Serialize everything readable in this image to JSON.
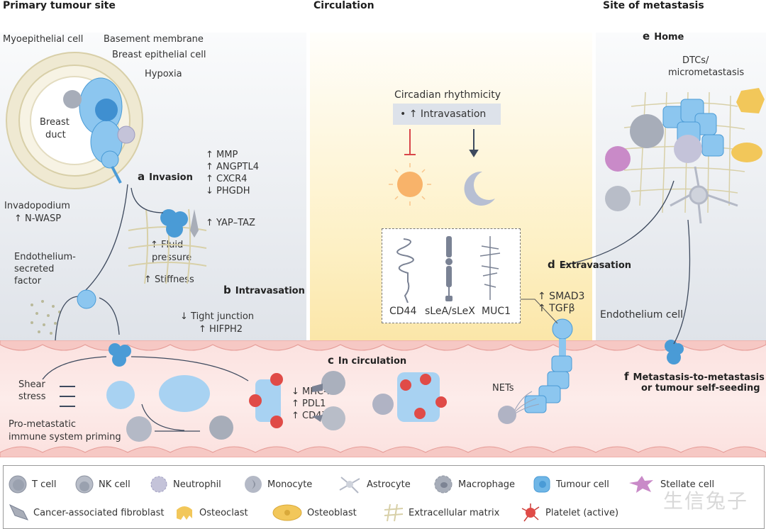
{
  "headers": {
    "primary": "Primary tumour site",
    "circulation": "Circulation",
    "metastasis": "Site of metastasis"
  },
  "primary_site": {
    "labels": {
      "myoepithelial": "Myoepithelial cell",
      "basement": "Basement membrane",
      "breast_epithelial": "Breast epithelial cell",
      "hypoxia": "Hypoxia",
      "breast_duct_1": "Breast",
      "breast_duct_2": "duct",
      "invadopodium": "Invadopodium",
      "nwasp": "↑ N-WASP",
      "endothelium_factor_1": "Endothelium-",
      "endothelium_factor_2": "secreted",
      "endothelium_factor_3": "factor"
    },
    "invasion": {
      "letter": "a",
      "title": "Invasion",
      "markers": [
        "↑ MMP",
        "↑ ANGPTL4",
        "↑ CXCR4",
        "↓ PHGDH"
      ],
      "yap": "↑ YAP–TAZ",
      "fluid_1": "↑ Fluid",
      "fluid_2": "pressure",
      "stiffness": "↑ Stiffness"
    },
    "intravasation": {
      "letter": "b",
      "title": "Intravasation",
      "tight": "↓ Tight junction",
      "hifph2": "↑ HIFPH2"
    }
  },
  "circulation": {
    "circadian_title": "Circadian rhythmicity",
    "circadian_item": "• ↑ Intravasation",
    "molecules": [
      "CD44",
      "sLeA/sLeX",
      "MUC1"
    ],
    "smad3": "↑ SMAD3",
    "tgfb": "↑ TGFβ",
    "in_circulation": {
      "letter": "c",
      "title": "In circulation",
      "markers": [
        "↓ MHC-I",
        "↑ PDL1",
        "↑ CD47"
      ],
      "nets": "NETs"
    },
    "shear_1": "Shear",
    "shear_2": "stress",
    "priming_1": "Pro-metastatic",
    "priming_2": "immune system priming"
  },
  "metastasis_site": {
    "home": {
      "letter": "e",
      "title": "Home"
    },
    "dtcs_1": "DTCs/",
    "dtcs_2": "micrometastasis",
    "extravasation": {
      "letter": "d",
      "title": "Extravasation"
    },
    "endothelium_cell": "Endothelium cell",
    "self_seeding": {
      "letter": "f",
      "title_1": "Metastasis-to-metastasis",
      "title_2": "or tumour self-seeding"
    }
  },
  "legend": {
    "row1": [
      "T cell",
      "NK cell",
      "Neutrophil",
      "Monocyte",
      "Astrocyte",
      "Macrophage",
      "Tumour cell",
      "Stellate cell"
    ],
    "row2": [
      "Cancer-associated fibroblast",
      "Osteoclast",
      "Osteoblast",
      "Extracellular matrix",
      "Platelet (active)"
    ]
  },
  "watermark": "生信兔子",
  "colors": {
    "tumour": "#6fb6e6",
    "tumour_dark": "#3f8fd0",
    "platelet": "#e04b47",
    "immune": "#a9b0bd",
    "vessel": "#fbe1df",
    "circulation_bg": "#fdf0c4",
    "osteo": "#f2c75a",
    "stellate": "#c98ac8",
    "ecm": "#d8d0a8"
  }
}
